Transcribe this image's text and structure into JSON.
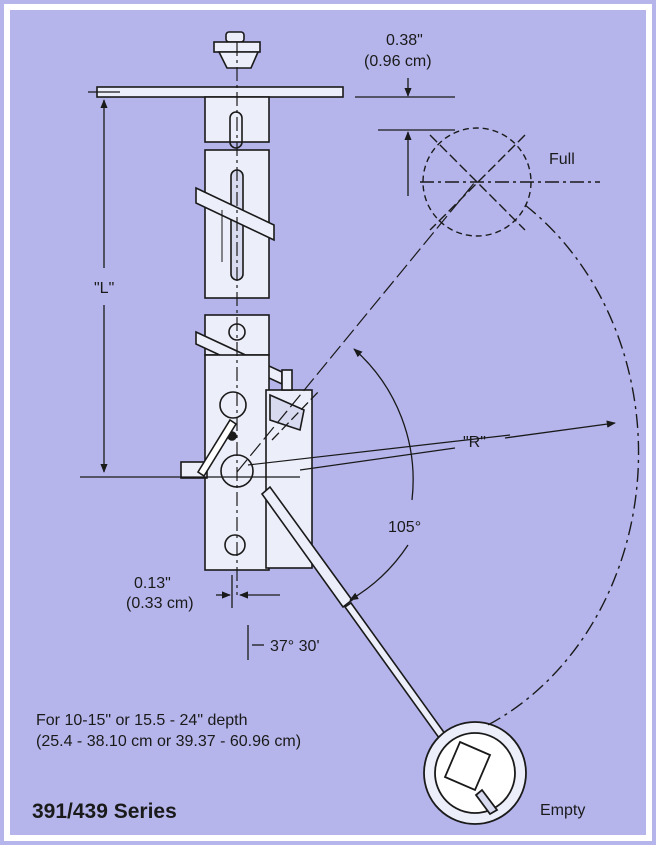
{
  "colors": {
    "background": "#b5b5ec",
    "frame": "#ffffff",
    "ink": "#1a1a1a",
    "part_fill": "#eceefa"
  },
  "labels": {
    "top_offset_in": "0.38\"",
    "top_offset_cm": "(0.96 cm)",
    "full": "Full",
    "length": "\"L\"",
    "radius": "\"R\"",
    "angle": "105°",
    "side_offset_in": "0.13\"",
    "side_offset_cm": "(0.33 cm)",
    "tilt_angle": "37° 30'",
    "depth_line1": "For 10-15\" or 15.5 - 24\" depth",
    "depth_line2": "(25.4 - 38.10 cm or 39.37 - 60.96 cm)",
    "series": "391/439 Series",
    "empty": "Empty"
  }
}
